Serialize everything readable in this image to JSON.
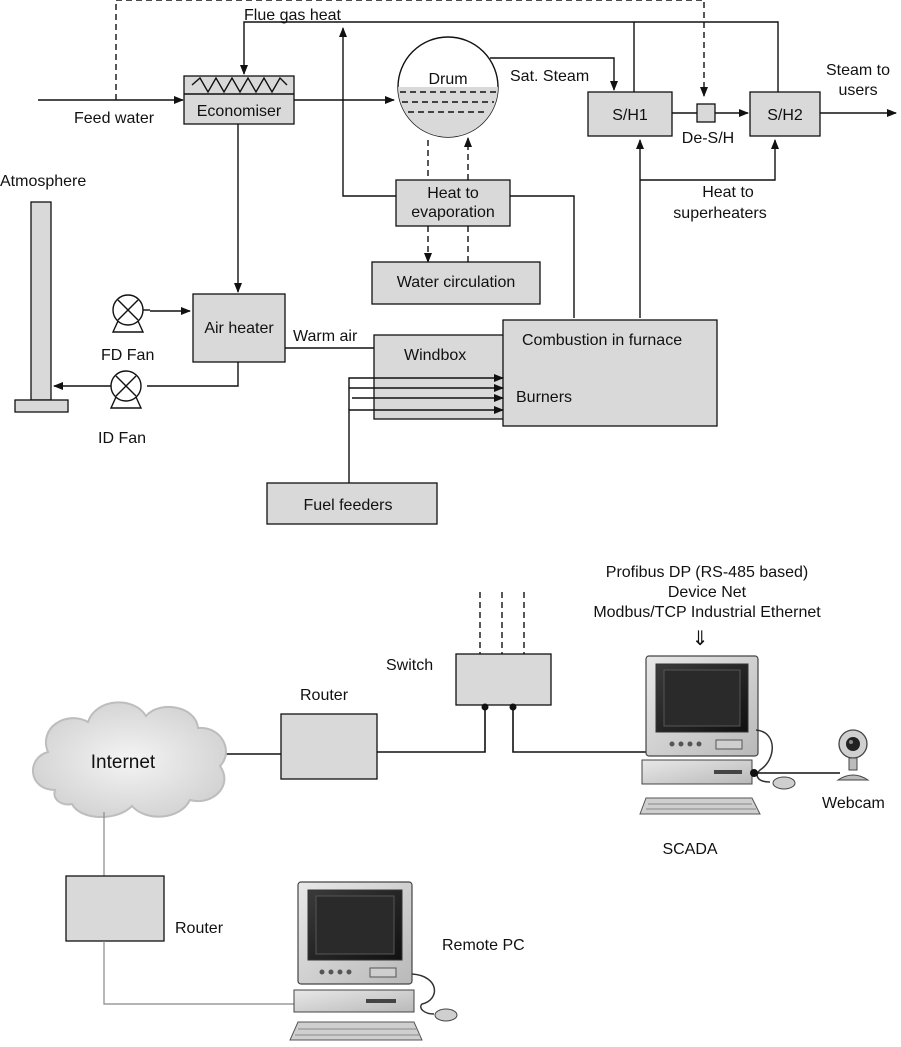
{
  "boiler": {
    "flue_gas_heat": "Flue gas heat",
    "feed_water": "Feed water",
    "economiser": "Economiser",
    "drum": "Drum",
    "sat_steam": "Sat. Steam",
    "sh1": "S/H1",
    "desh": "De-S/H",
    "sh2": "S/H2",
    "steam_users_1": "Steam to",
    "steam_users_2": "users",
    "atmosphere": "Atmosphere",
    "heat_evap_1": "Heat to",
    "heat_evap_2": "evaporation",
    "water_circulation": "Water circulation",
    "heat_sh_1": "Heat to",
    "heat_sh_2": "superheaters",
    "fd_fan": "FD Fan",
    "air_heater": "Air heater",
    "warm_air": "Warm air",
    "windbox": "Windbox",
    "combustion": "Combustion in furnace",
    "burners": "Burners",
    "id_fan": "ID Fan",
    "fuel_feeders": "Fuel feeders"
  },
  "network": {
    "protocol_1": "Profibus DP (RS-485 based)",
    "protocol_2": "Device Net",
    "protocol_3": "Modbus/TCP Industrial Ethernet",
    "down_arrow": "⇓",
    "switch": "Switch",
    "router_top": "Router",
    "internet": "Internet",
    "webcam": "Webcam",
    "scada": "SCADA",
    "router_bottom": "Router",
    "remote_pc": "Remote PC"
  },
  "colors": {
    "box_fill": "#d9d9d9",
    "line": "#111111",
    "cloud_fill": "#e6e6e6"
  }
}
